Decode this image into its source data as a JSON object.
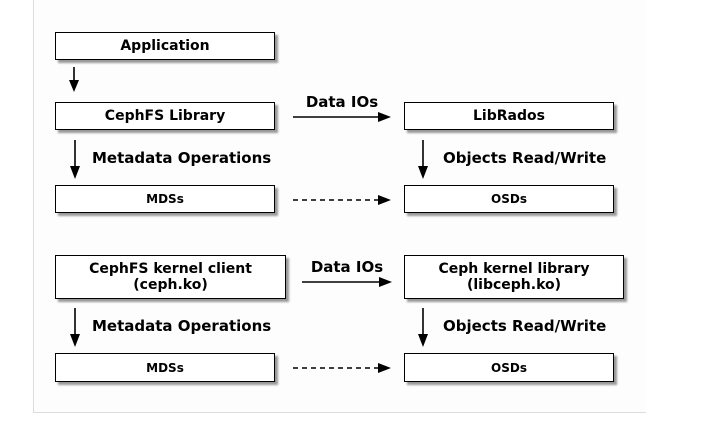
{
  "diagram": {
    "title_hint": "CephFS architecture diagram",
    "colors": {
      "box_fill": "#ffffff",
      "box_border": "#000000",
      "text": "#000000",
      "background": "#ffffff"
    },
    "nodes": {
      "application": {
        "label": "Application"
      },
      "cephfs_library": {
        "label": "CephFS Library"
      },
      "librados": {
        "label": "LibRados"
      },
      "mdss_top": {
        "label": "MDSs"
      },
      "osds_top": {
        "label": "OSDs"
      },
      "cephfs_kernel_client": {
        "line1": "CephFS kernel client",
        "line2": "(ceph.ko)"
      },
      "ceph_kernel_library": {
        "line1": "Ceph kernel library",
        "line2": "(libceph.ko)"
      },
      "mdss_bottom": {
        "label": "MDSs"
      },
      "osds_bottom": {
        "label": "OSDs"
      }
    },
    "edge_labels": {
      "data_ios_top": "Data IOs",
      "metadata_operations_top": "Metadata Operations",
      "objects_read_write_top": "Objects Read/Write",
      "data_ios_bottom": "Data IOs",
      "metadata_operations_bottom": "Metadata Operations",
      "objects_read_write_bottom": "Objects Read/Write"
    }
  }
}
